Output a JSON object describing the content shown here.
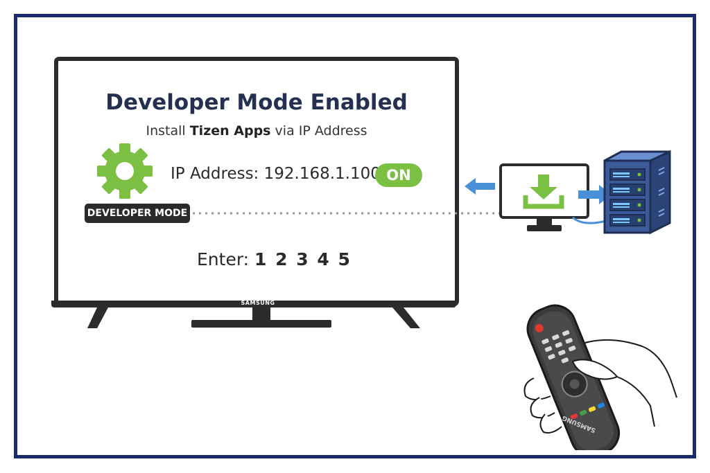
{
  "tv": {
    "title": "Developer Mode Enabled",
    "subtitle_prefix": "Install ",
    "subtitle_bold": "Tizen Apps",
    "subtitle_suffix": " via IP Address",
    "ip_label": "IP Address: 192.168.1.100",
    "on_badge": "ON",
    "developer_mode_label": "DEVELOPER MODE",
    "enter_label": "Enter: ",
    "enter_code": "1 2 3 4 5",
    "brand": "SAMSUNG"
  },
  "remote": {
    "brand": "SAMSUNG"
  },
  "colors": {
    "frame": "#1b2a6b",
    "title": "#24304f",
    "accent_green": "#7bc043",
    "arrow_blue": "#4a90d9",
    "server_blue": "#2f4f8f",
    "tv_body": "#2c2c2e"
  },
  "icons": [
    "gear-icon",
    "download-icon",
    "left-arrow-icon",
    "right-arrow-icon",
    "server-icon",
    "monitor-icon",
    "remote-control-icon"
  ]
}
